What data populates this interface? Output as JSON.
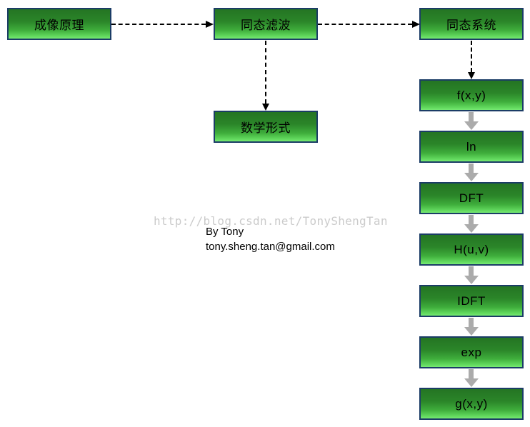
{
  "diagram": {
    "nodes": {
      "imaging": {
        "label": "成像原理"
      },
      "filter": {
        "label": "同态滤波"
      },
      "system": {
        "label": "同态系统"
      },
      "math": {
        "label": "数学形式"
      },
      "fxy": {
        "label": "f(x,y)"
      },
      "ln": {
        "label": "ln"
      },
      "dft": {
        "label": "DFT"
      },
      "huv": {
        "label": "H(u,v)"
      },
      "idft": {
        "label": "IDFT"
      },
      "exp": {
        "label": "exp"
      },
      "gxy": {
        "label": "g(x,y)"
      }
    },
    "edges": [
      {
        "from": "imaging",
        "to": "filter",
        "style": "dashed-black"
      },
      {
        "from": "filter",
        "to": "system",
        "style": "dashed-black"
      },
      {
        "from": "filter",
        "to": "math",
        "style": "dashed-black"
      },
      {
        "from": "system",
        "to": "fxy",
        "style": "dashed-black"
      },
      {
        "from": "fxy",
        "to": "ln",
        "style": "solid-gray"
      },
      {
        "from": "ln",
        "to": "dft",
        "style": "solid-gray"
      },
      {
        "from": "dft",
        "to": "huv",
        "style": "solid-gray"
      },
      {
        "from": "huv",
        "to": "idft",
        "style": "solid-gray"
      },
      {
        "from": "idft",
        "to": "exp",
        "style": "solid-gray"
      },
      {
        "from": "exp",
        "to": "gxy",
        "style": "solid-gray"
      }
    ],
    "colors": {
      "box_gradient_top": "#247423",
      "box_gradient_bottom": "#77e973",
      "box_border": "#1b3c66",
      "arrow_black": "#000000",
      "arrow_gray": "#ababab",
      "watermark_gray": "#cbcbcb"
    }
  },
  "watermark": {
    "text": "http://blog.csdn.net/TonyShengTan"
  },
  "credits": {
    "author": "By Tony",
    "email": "tony.sheng.tan@gmail.com"
  }
}
